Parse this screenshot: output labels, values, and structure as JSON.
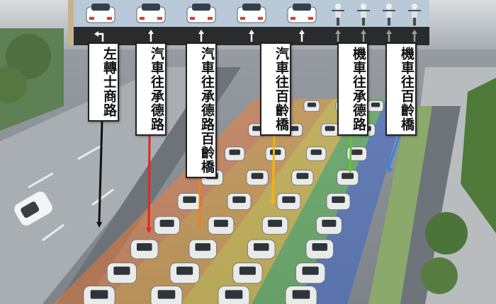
{
  "lane_labels": [
    {
      "text": "左轉士商路",
      "direction": "left",
      "color": "#111111"
    },
    {
      "text": "汽車往承德路",
      "direction": "straight",
      "color": "#e8241c"
    },
    {
      "text": "汽車往承德路百齡橋",
      "direction": "straight",
      "color": "#f07f22"
    },
    {
      "text": "汽車往百齡橋",
      "direction": "straight",
      "color": "#f5b30c"
    },
    {
      "text": "機車往承德路",
      "direction": "straight",
      "color": "#66c23a"
    },
    {
      "text": "機車往百齡橋",
      "direction": "straight",
      "color": "#2e86e6"
    }
  ],
  "lane_overlay_colors": [
    "#ff7a2e",
    "#ffa020",
    "#ffd21c",
    "#4cc442",
    "#2f5fd8"
  ],
  "sign_bar": {
    "car_icon": "car-icon",
    "scooter_icon": "scooter-icon",
    "arrow_icon": "arrow-up-icon",
    "left_arrow_icon": "turn-left-arrow-icon",
    "car_count": 5,
    "scooter_count": 4
  }
}
